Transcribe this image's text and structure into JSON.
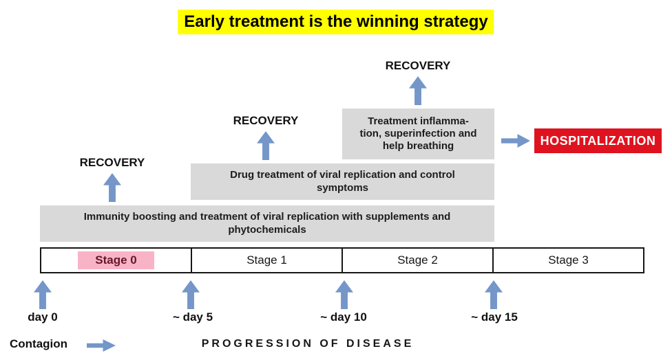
{
  "title": {
    "text": "Early treatment is the winning strategy"
  },
  "colors": {
    "highlight_yellow": "#ffff00",
    "box_gray": "#d9d9d9",
    "arrow_blue": "#7496c9",
    "hospital_red": "#df131f",
    "stage0_pink": "#f9b3c7",
    "stage0_text": "#651729"
  },
  "recovery_label": "RECOVERY",
  "treatment_boxes": [
    {
      "lines": [
        "Immunity boosting and treatment of viral replication with supplements and",
        "phytochemicals"
      ]
    },
    {
      "lines": [
        "Drug treatment of viral replication and control",
        "symptoms"
      ]
    },
    {
      "lines": [
        "Treatment inflamma-",
        "tion, superinfection and",
        "help breathing"
      ]
    }
  ],
  "hospitalization": {
    "label": "HOSPITALIZATION"
  },
  "stage_bar": {
    "stages": [
      {
        "label": "Stage 0",
        "highlighted": true
      },
      {
        "label": "Stage 1",
        "highlighted": false
      },
      {
        "label": "Stage 2",
        "highlighted": false
      },
      {
        "label": "Stage 3",
        "highlighted": false
      }
    ]
  },
  "timeline": {
    "day_labels": [
      "day 0",
      "~ day 5",
      "~ day 10",
      "~ day 15"
    ]
  },
  "footer": {
    "contagion_label": "Contagion",
    "progression_label": "PROGRESSION OF DISEASE"
  }
}
